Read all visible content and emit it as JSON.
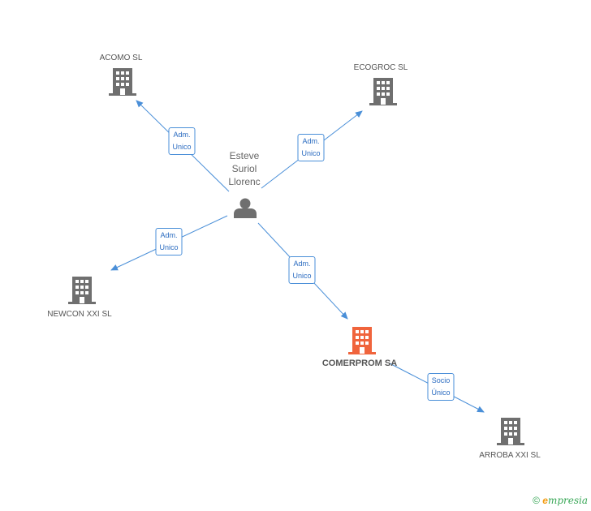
{
  "person": {
    "name_lines": [
      "Esteve",
      "Suriol",
      "Llorenc"
    ]
  },
  "companies": [
    {
      "id": "acomo",
      "label": "ACOMO SL",
      "main": false
    },
    {
      "id": "ecogroc",
      "label": "ECOGROC SL",
      "main": false
    },
    {
      "id": "newcon",
      "label": "NEWCON XXI SL",
      "main": false
    },
    {
      "id": "comerprom",
      "label": "COMERPROM SA",
      "main": true
    },
    {
      "id": "arroba",
      "label": "ARROBA XXI SL",
      "main": false
    }
  ],
  "edges": [
    {
      "id": "e1",
      "line1": "Adm.",
      "line2": "Unico"
    },
    {
      "id": "e2",
      "line1": "Adm.",
      "line2": "Unico"
    },
    {
      "id": "e3",
      "line1": "Adm.",
      "line2": "Unico"
    },
    {
      "id": "e4",
      "line1": "Adm.",
      "line2": "Unico"
    },
    {
      "id": "e5",
      "line1": "Socio",
      "line2": "Único"
    }
  ],
  "footer": {
    "copyright": "©",
    "brand_initial": "e",
    "brand_rest": "mpresia"
  },
  "colors": {
    "edge": "#4a8fd8",
    "building": "#6f6f6f",
    "building_main": "#f0643c",
    "person": "#6f6f6f"
  }
}
